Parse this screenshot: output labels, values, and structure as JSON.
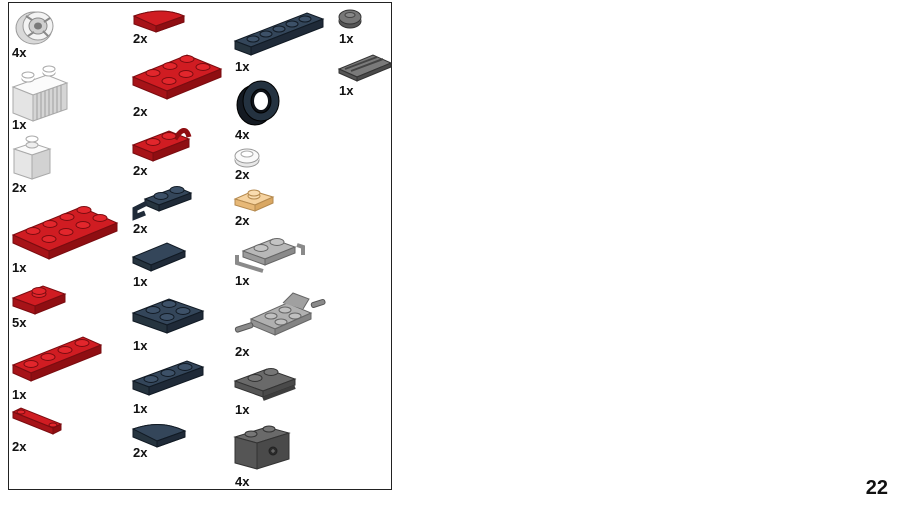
{
  "page": {
    "number": "22"
  },
  "colors": {
    "red": "#c4161c",
    "red_dark": "#8f0e12",
    "dark_blue": "#1f2a38",
    "dark_blue_top": "#34465a",
    "white": "#f1f1f1",
    "light_gray": "#a9a9a9",
    "dark_gray": "#5a5a5a",
    "tan": "#f2c98f",
    "black": "#1d1d1d"
  },
  "parts": [
    {
      "qty": "4x",
      "icon": "wheel-hub-white"
    },
    {
      "qty": "1x",
      "icon": "grille-brick-white"
    },
    {
      "qty": "2x",
      "icon": "brick-1x1-white"
    },
    {
      "qty": "1x",
      "icon": "plate-2x4-red"
    },
    {
      "qty": "5x",
      "icon": "jumper-plate-red"
    },
    {
      "qty": "1x",
      "icon": "plate-1x4-red"
    },
    {
      "qty": "2x",
      "icon": "bar-holder-red"
    },
    {
      "qty": "2x",
      "icon": "curved-slope-red"
    },
    {
      "qty": "2x",
      "icon": "plate-2x3-red"
    },
    {
      "qty": "2x",
      "icon": "plate-clip-red"
    },
    {
      "qty": "2x",
      "icon": "plate-clip-dark-blue"
    },
    {
      "qty": "1x",
      "icon": "tile-1x2-dark-blue"
    },
    {
      "qty": "1x",
      "icon": "plate-2x2-dark-blue"
    },
    {
      "qty": "1x",
      "icon": "plate-1x3-dark-blue"
    },
    {
      "qty": "2x",
      "icon": "curved-slope-dark-blue"
    },
    {
      "qty": "1x",
      "icon": "plate-1x6-dark-blue"
    },
    {
      "qty": "4x",
      "icon": "tire-black"
    },
    {
      "qty": "2x",
      "icon": "round-plate-clear"
    },
    {
      "qty": "2x",
      "icon": "plate-2x2-tan"
    },
    {
      "qty": "1x",
      "icon": "plate-handles-light-gray"
    },
    {
      "qty": "2x",
      "icon": "wheel-holder-light-gray"
    },
    {
      "qty": "1x",
      "icon": "plate-handle-dark-gray"
    },
    {
      "qty": "4x",
      "icon": "technic-brick-dark-gray"
    },
    {
      "qty": "1x",
      "icon": "round-tile-dark-gray"
    },
    {
      "qty": "1x",
      "icon": "grille-tile-dark-gray"
    }
  ]
}
